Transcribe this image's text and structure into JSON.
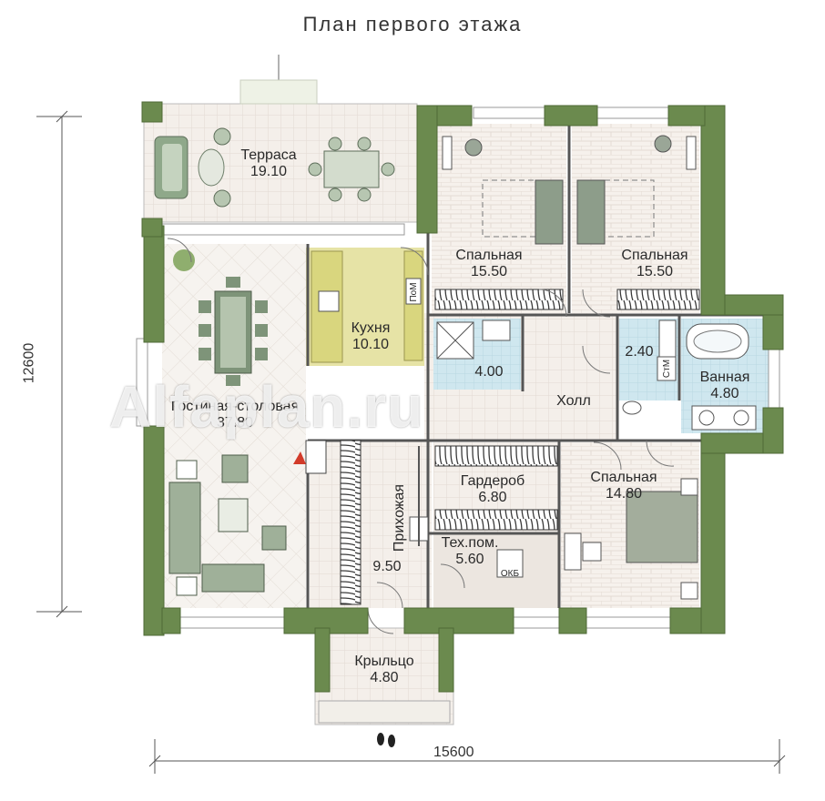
{
  "title": "План первого этажа",
  "dimensions": {
    "width": "15600",
    "height": "12600"
  },
  "watermark": "Alfaplan.ru",
  "rooms": {
    "terrace": {
      "name": "Терраса",
      "area": "19.10"
    },
    "bedroom1": {
      "name": "Спальная",
      "area": "15.50"
    },
    "bedroom2": {
      "name": "Спальная",
      "area": "15.50"
    },
    "kitchen": {
      "name": "Кухня",
      "area": "10.10"
    },
    "bath1": {
      "area": "4.00"
    },
    "wc": {
      "area": "2.40"
    },
    "bathroom": {
      "name": "Ванная",
      "area": "4.80"
    },
    "living": {
      "name": "Гостиная-столовая",
      "area": "37.80"
    },
    "hall": {
      "name": "Холл"
    },
    "wardrobe": {
      "name": "Гардероб",
      "area": "6.80"
    },
    "bedroom3": {
      "name": "Спальная",
      "area": "14.80"
    },
    "entrance": {
      "name": "Прихожая",
      "area": "9.50"
    },
    "tech": {
      "name": "Тех.пом.",
      "area": "5.60"
    },
    "porch": {
      "name": "Крыльцо",
      "area": "4.80"
    }
  },
  "equipment": {
    "dishwasher": "ПоМ",
    "washer": "СтМ",
    "boiler": "ОКБ"
  },
  "colors": {
    "wall": "#6b8a4e",
    "floor_tile": "#f3ede8",
    "kitchen_floor": "#e6e3a6",
    "bath_floor": "#cfe6ee"
  }
}
